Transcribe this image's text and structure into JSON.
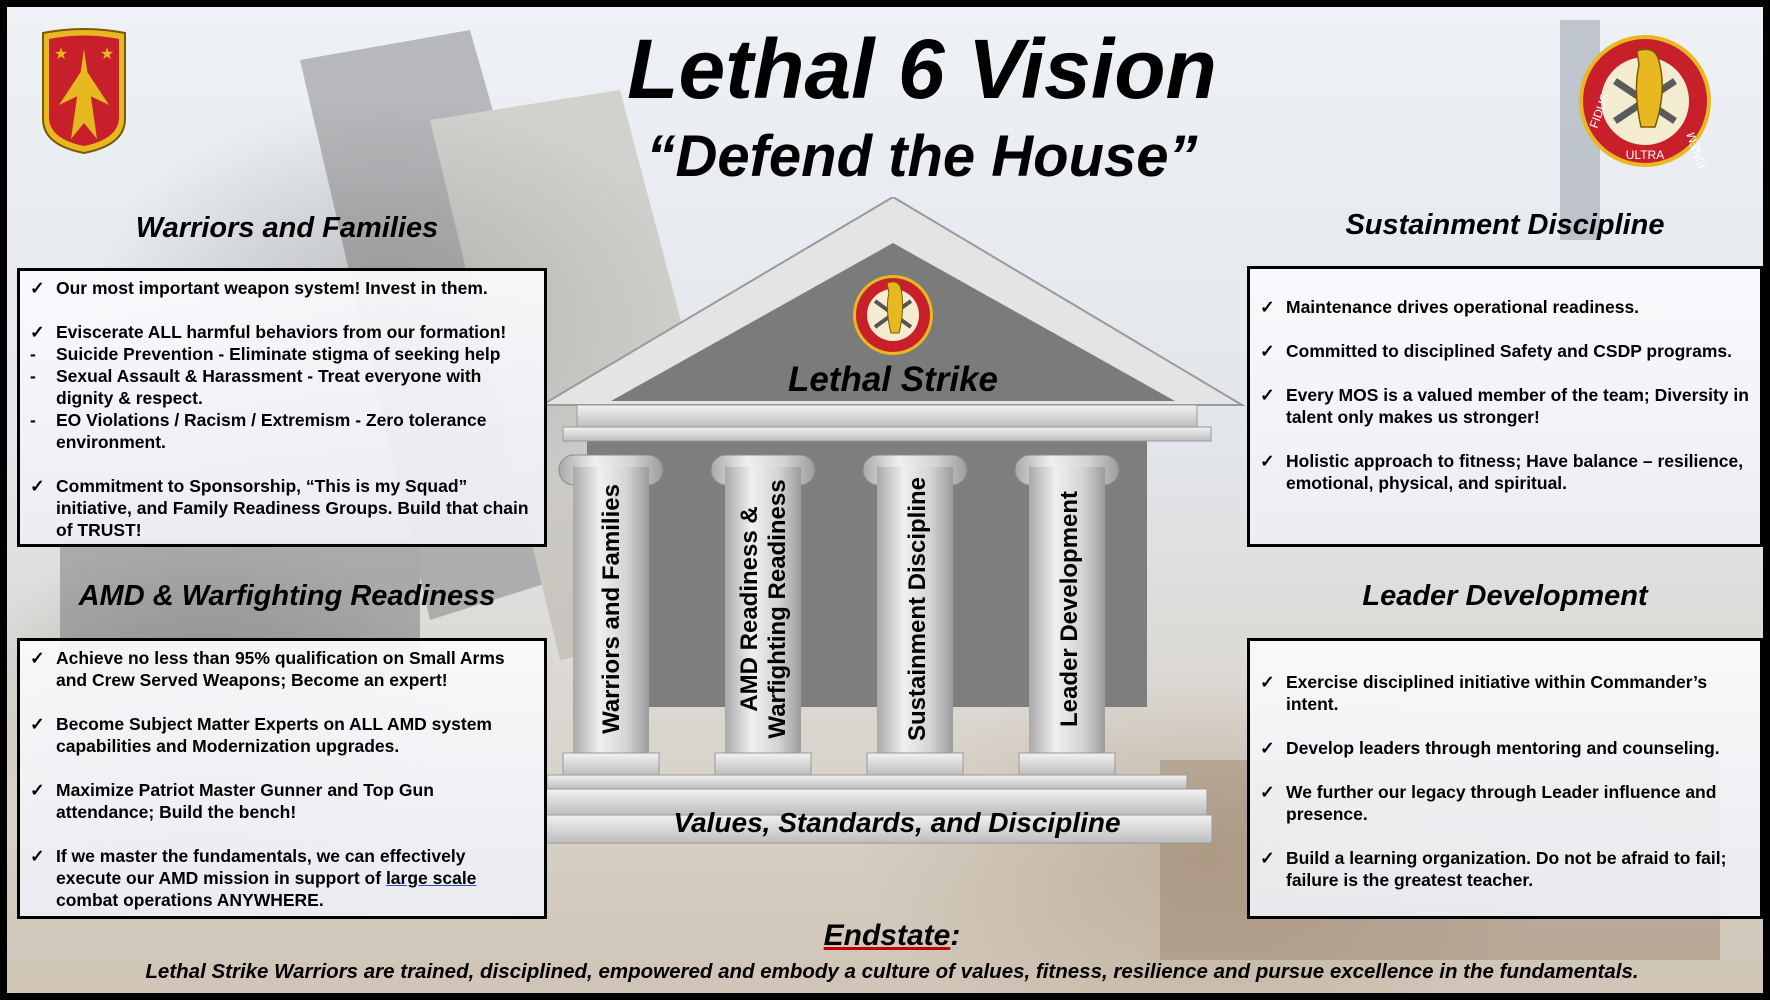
{
  "title": "Lethal 6 Vision",
  "subtitle": "“Defend the House”",
  "warriors": {
    "heading": "Warriors and Families",
    "items": [
      {
        "mark": "✓",
        "text": "Our most important weapon system! Invest in them."
      },
      {
        "mark": "✓",
        "text": "Eviscerate ALL harmful behaviors from our formation!"
      },
      {
        "mark": "-",
        "text": "Suicide Prevention - Eliminate stigma of seeking help"
      },
      {
        "mark": "-",
        "text": "Sexual Assault & Harassment - Treat everyone with dignity & respect."
      },
      {
        "mark": "-",
        "text": "EO Violations / Racism / Extremism - Zero tolerance environment."
      },
      {
        "mark": "✓",
        "text": "Commitment to Sponsorship, “This is my Squad” initiative, and Family Readiness Groups. Build that chain of TRUST!"
      }
    ]
  },
  "amd": {
    "heading": "AMD & Warfighting Readiness",
    "items": [
      {
        "mark": "✓",
        "text": "Achieve no less than 95% qualification on Small Arms and Crew Served Weapons; Become an expert!"
      },
      {
        "mark": "✓",
        "text": "Become Subject Matter Experts on ALL AMD system capabilities and Modernization upgrades."
      },
      {
        "mark": "✓",
        "text": "Maximize Patriot Master Gunner and Top Gun attendance; Build the bench!"
      },
      {
        "mark": "✓",
        "text_a": "If we master the fundamentals, we can effectively execute our AMD mission in support of ",
        "text_u": "large scale",
        "text_b": " combat operations ANYWHERE."
      }
    ]
  },
  "sustainment": {
    "heading": "Sustainment Discipline",
    "items": [
      {
        "mark": "✓",
        "text": "Maintenance drives operational readiness."
      },
      {
        "mark": "✓",
        "text": "Committed to disciplined Safety and CSDP programs."
      },
      {
        "mark": "✓",
        "text": "Every MOS is a valued member of the team; Diversity in talent only makes us stronger!"
      },
      {
        "mark": "✓",
        "text": "Holistic approach to fitness; Have balance – resilience, emotional, physical, and spiritual."
      }
    ]
  },
  "leader": {
    "heading": "Leader Development",
    "items": [
      {
        "mark": "✓",
        "text": "Exercise disciplined initiative within Commander’s intent."
      },
      {
        "mark": "✓",
        "text": "Develop leaders through mentoring and counseling."
      },
      {
        "mark": "✓",
        "text": "We further our legacy through Leader influence and presence."
      },
      {
        "mark": "✓",
        "text": "Build a learning organization. Do not be afraid to fail; failure is the greatest teacher."
      }
    ]
  },
  "temple": {
    "roof_label": "Lethal Strike",
    "pillars": [
      "Warriors and Families",
      "AMD Readiness &",
      "Warfighting Readiness",
      "Sustainment Discipline",
      "Leader Development"
    ],
    "base_label": "Values, Standards, and Discipline",
    "crest_motto": [
      "FIDUS",
      "ULTRA",
      "FINEM"
    ]
  },
  "endstate": {
    "label": "Endstate",
    "colon": ":",
    "text": "Lethal Strike Warriors are trained, disciplined, empowered and embody a culture of values, fitness, resilience and pursue excellence in the fundamentals."
  },
  "colors": {
    "crest_red": "#c8202a",
    "crest_gold": "#e8b820",
    "pediment": "#7b7b7b",
    "pillar": "#d6d6d6"
  }
}
